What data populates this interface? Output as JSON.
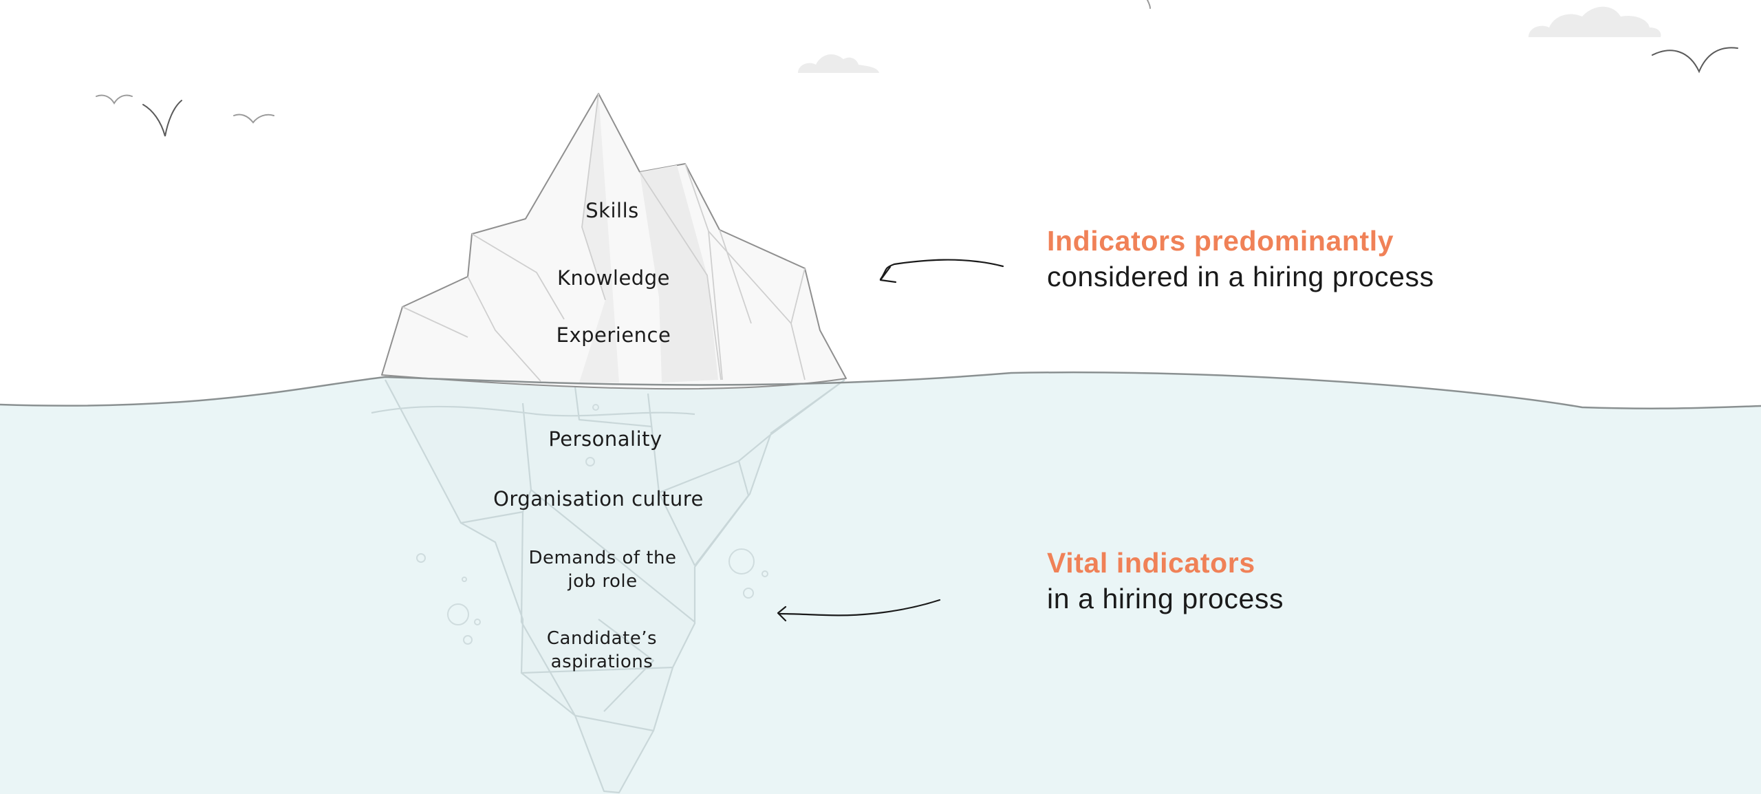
{
  "colors": {
    "accent": "#f08157",
    "water": "#eaf5f6",
    "waterline": "#8a9091",
    "text": "#1a1a1a",
    "ice_outline": "#9a9a9a"
  },
  "iceberg": {
    "above_water": [
      {
        "label": "Skills"
      },
      {
        "label": "Knowledge"
      },
      {
        "label": "Experience"
      }
    ],
    "below_water": [
      {
        "label": "Personality"
      },
      {
        "label": "Organisation culture"
      },
      {
        "label": "Demands of the job role"
      },
      {
        "label": "Candidate’s aspirations"
      }
    ]
  },
  "callouts": {
    "top": {
      "accent": "Indicators predominantly",
      "rest": "considered in a hiring process"
    },
    "bottom": {
      "accent": "Vital indicators",
      "rest": "in a hiring process"
    }
  },
  "decorations": {
    "birds_icon": "bird-icons",
    "clouds_icon": "cloud-icons",
    "bubbles_icon": "bubble-icons"
  }
}
